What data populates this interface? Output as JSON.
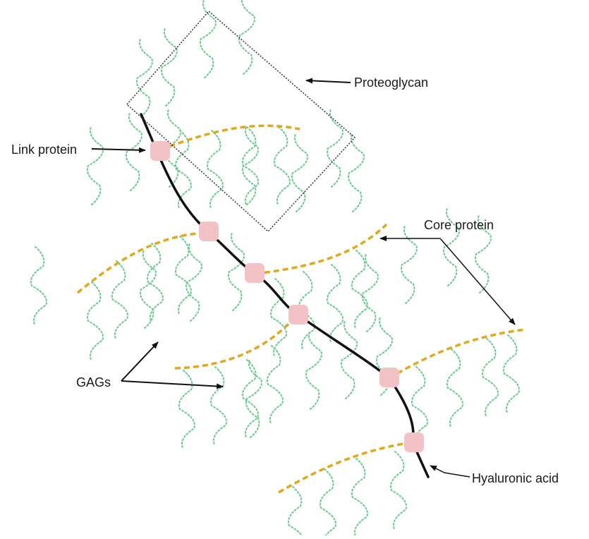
{
  "labels": {
    "proteoglycan": "Proteoglycan",
    "link_protein": "Link protein",
    "core_protein": "Core protein",
    "gags": "GAGs",
    "hyaluronic_acid": "Hyaluronic acid"
  },
  "colors": {
    "background": "#ffffff",
    "hyaluronic_acid": "#111111",
    "core_protein": "#e0a81c",
    "gag_chain": "#66cc8a",
    "link_protein": "#f2c2c6",
    "proteoglycan_box": "#333333",
    "leader_line": "#111111",
    "label_text": "#1a1a1a"
  },
  "icons": {
    "arrowhead": "arrowhead-icon"
  }
}
